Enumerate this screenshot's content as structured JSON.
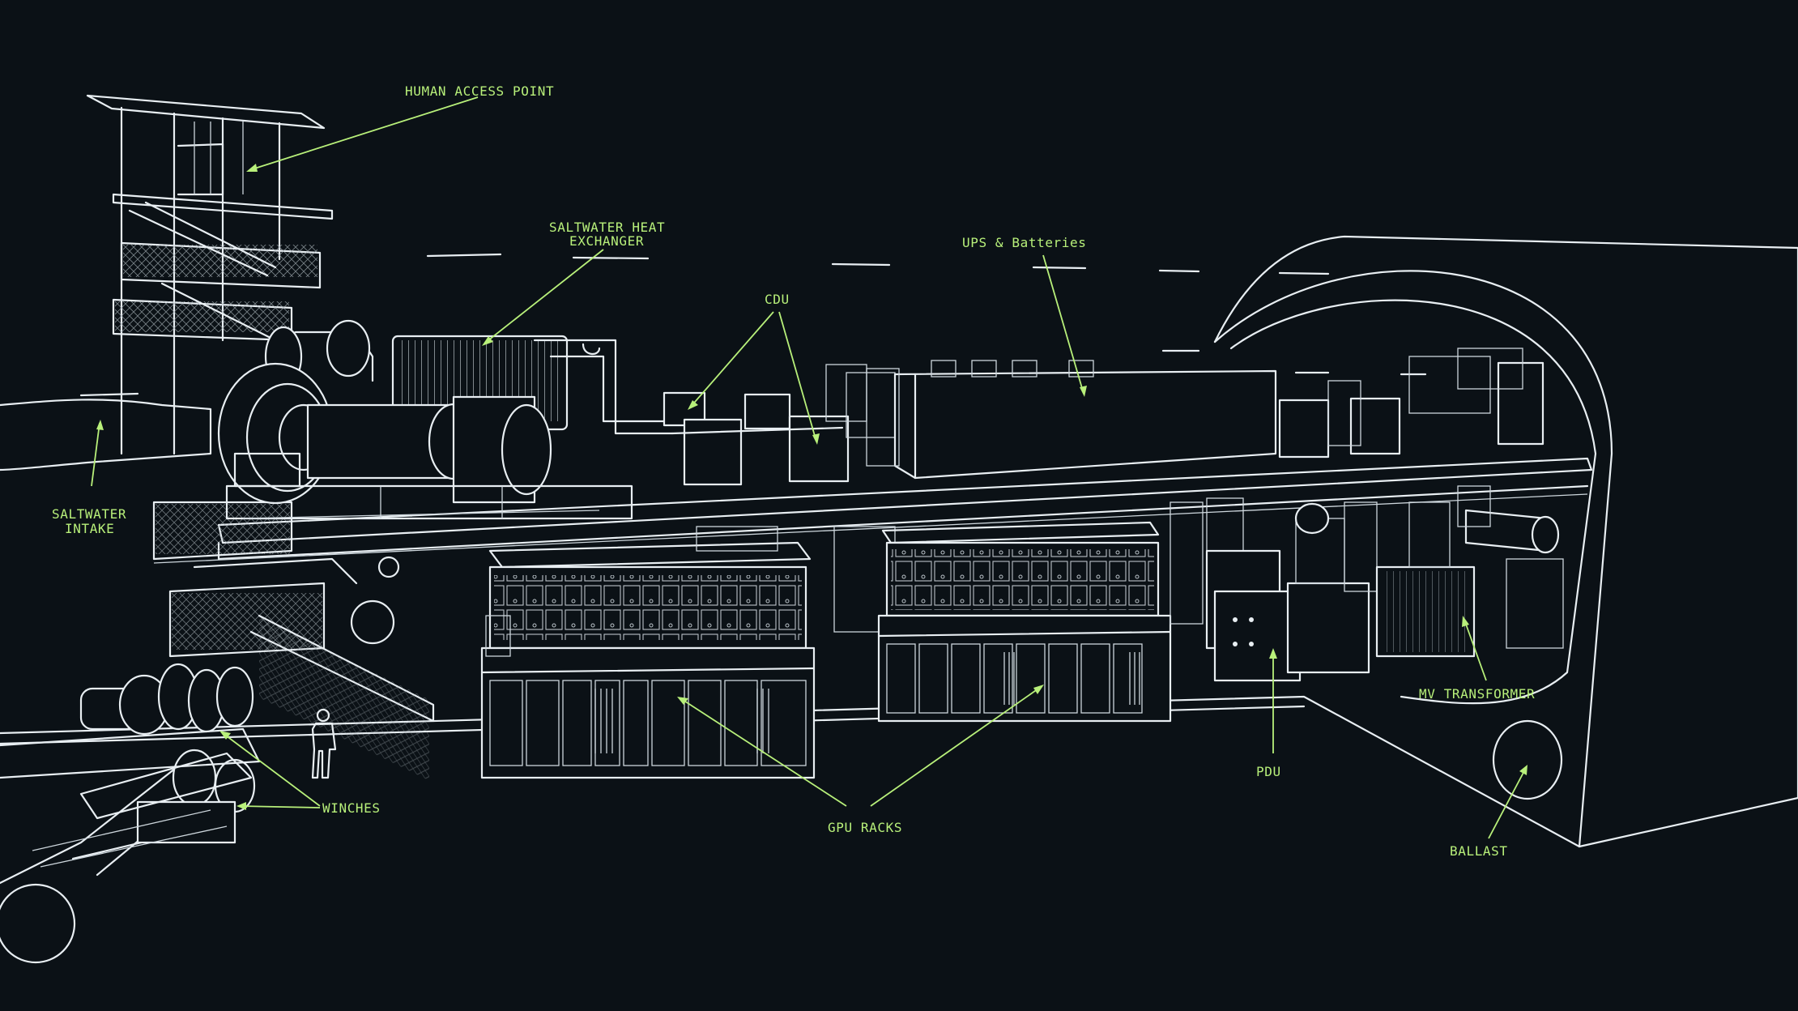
{
  "labels": {
    "human_access_point": "HUMAN ACCESS POINT",
    "saltwater_heat_exchanger_line1": "SALTWATER HEAT",
    "saltwater_heat_exchanger_line2": "EXCHANGER",
    "cdu": "CDU",
    "ups_batteries": "UPS & Batteries",
    "saltwater_intake_line1": "SALTWATER",
    "saltwater_intake_line2": "INTAKE",
    "winches": "WINCHES",
    "gpu_racks": "GPU RACKS",
    "pdu": "PDU",
    "mv_transformer": "MV TRANSFORMER",
    "ballast": "BALLAST"
  },
  "colors": {
    "background": "#0b1116",
    "linework": "#e8eef2",
    "callout": "#b8f07a"
  }
}
